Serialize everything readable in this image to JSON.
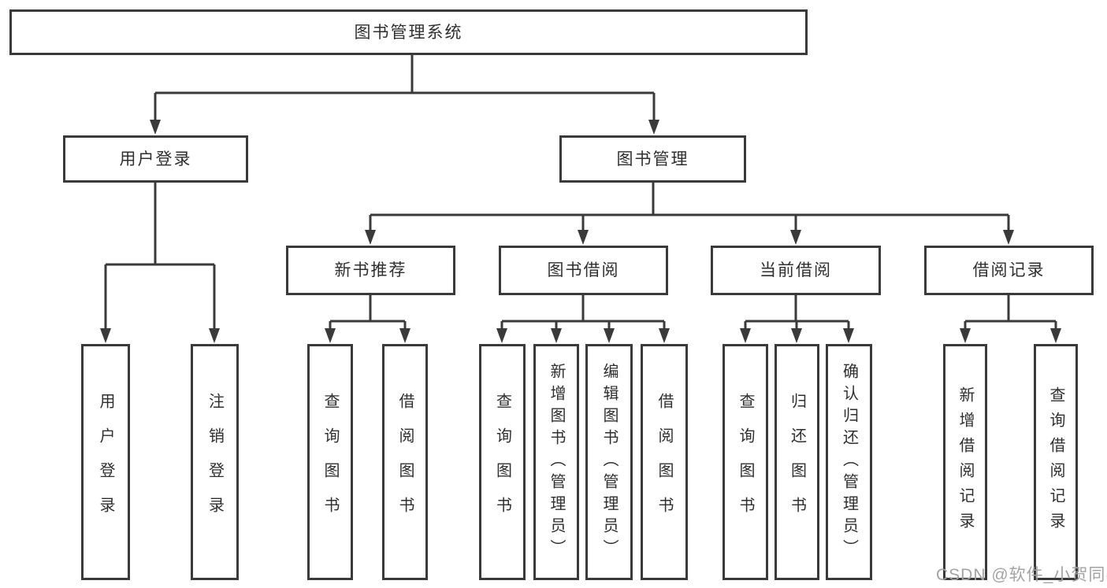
{
  "title": "图书管理系统",
  "level1": {
    "user_login": "用户登录",
    "book_management": "图书管理"
  },
  "level2": {
    "new_book": "新书推荐",
    "borrow": "图书借阅",
    "current": "当前借阅",
    "records": "借阅记录"
  },
  "leaves": {
    "user_login": [
      "用户登录",
      "注销登录"
    ],
    "new_book": [
      "查询图书",
      "借阅图书"
    ],
    "borrow": [
      "查询图书",
      "新增图书（管理员）",
      "编辑图书（管理员）",
      "借阅图书"
    ],
    "current": [
      "查询图书",
      "归还图书",
      "确认归还（管理员）"
    ],
    "records": [
      "新增借阅记录",
      "查询借阅记录"
    ]
  },
  "watermark": "CSDN @软件_小贺同学",
  "colors": {
    "line": "#3a3a3a",
    "text": "#2f2f2f",
    "watermark": "#a3a3a3",
    "background": "#ffffff"
  }
}
